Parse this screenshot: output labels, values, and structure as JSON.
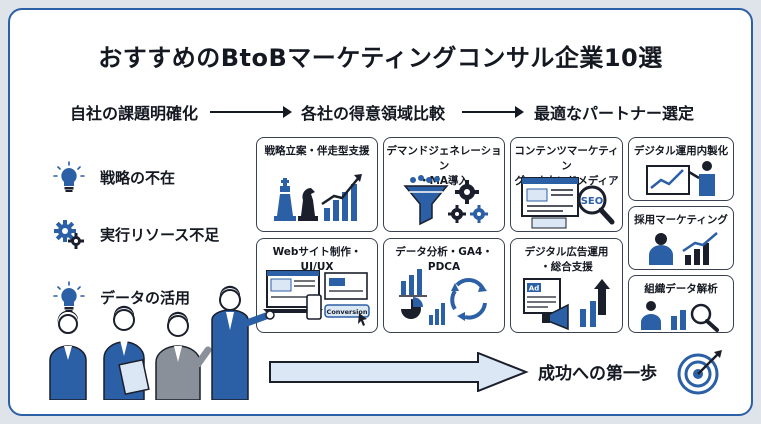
{
  "title": "おすすめのBtoBマーケティングコンサル企業10選",
  "flow": {
    "step1": "自社の課題明確化",
    "step2": "各社の得意領域比較",
    "step3": "最適なパートナー選定"
  },
  "issues": [
    {
      "label": "戦略の不在",
      "icon": "lightbulb-icon"
    },
    {
      "label": "実行リソース不足",
      "icon": "gears-icon"
    },
    {
      "label": "データの活用",
      "icon": "lightbulb-icon"
    }
  ],
  "cards": {
    "strategy": "戦略立案・伴走型支援",
    "demand": "デマンドジェネレーション\n・MA導入",
    "content": "コンテンツマーケティン\nグ・オウンドメディア",
    "digital_ops": "デジタル運用内製化",
    "web": "Webサイト制作・UI/UX",
    "data": "データ分析・GA4・PDCA",
    "ads": "デジタル広告運用\n・総合支援",
    "recruit": "採用マーケティング",
    "org": "組織データ解析"
  },
  "web_button": "Conversion",
  "ad_tag": "Ad",
  "seo_tag": "SEO",
  "success": "成功への第一歩",
  "colors": {
    "primary": "#2b5fa6",
    "dark": "#1a1f2b",
    "light_blue": "#dbe7f5"
  }
}
